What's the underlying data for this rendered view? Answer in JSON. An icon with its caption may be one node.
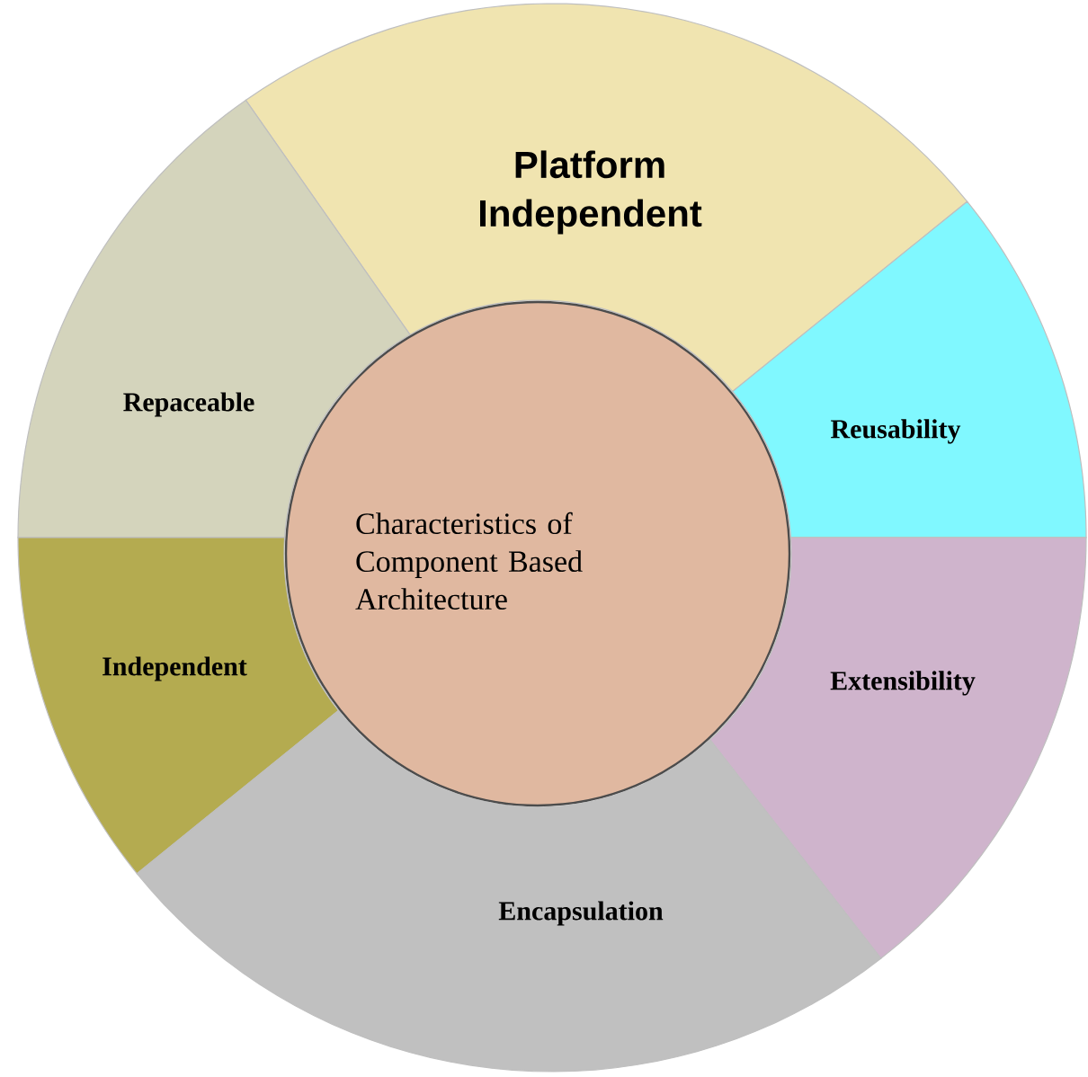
{
  "diagram": {
    "nodes": [
      {
        "text": [
          "Platform Independent"
        ]
      },
      {
        "text": [
          "Repaceable"
        ]
      },
      {
        "text": [
          "Reusability"
        ]
      },
      {
        "text": [
          "Characteristics of Component Based Architecture"
        ]
      },
      {
        "text": [
          "Independent"
        ]
      },
      {
        "text": [
          "Extensibility"
        ]
      },
      {
        "text": [
          "Encapsulation"
        ]
      }
    ]
  }
}
